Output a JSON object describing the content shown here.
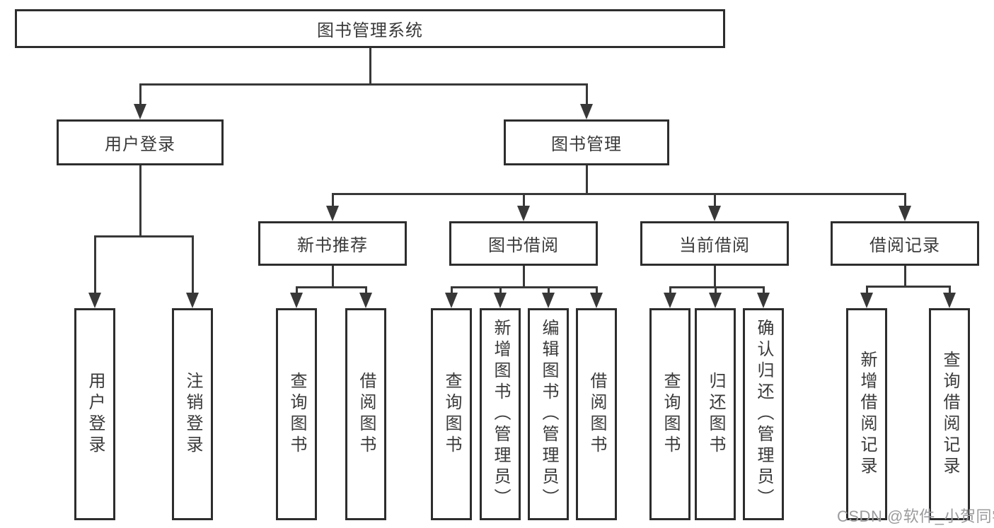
{
  "diagram": {
    "root": {
      "label": "图书管理系统"
    },
    "branches": [
      {
        "label": "用户登录",
        "children": [
          {
            "label": "用户登录"
          },
          {
            "label": "注销登录"
          }
        ]
      },
      {
        "label": "图书管理",
        "children": [
          {
            "label": "新书推荐",
            "children": [
              {
                "label": "查询图书"
              },
              {
                "label": "借阅图书"
              }
            ]
          },
          {
            "label": "图书借阅",
            "children": [
              {
                "label": "查询图书"
              },
              {
                "label": "新增图书（管理员）"
              },
              {
                "label": "编辑图书（管理员）"
              },
              {
                "label": "借阅图书"
              }
            ]
          },
          {
            "label": "当前借阅",
            "children": [
              {
                "label": "查询图书"
              },
              {
                "label": "归还图书"
              },
              {
                "label": "确认归还（管理员）"
              }
            ]
          },
          {
            "label": "借阅记录",
            "children": [
              {
                "label": "新增借阅记录"
              },
              {
                "label": "查询借阅记录"
              }
            ]
          }
        ]
      }
    ]
  },
  "watermark": {
    "text": "CSDN @软件_小贺同学"
  },
  "colors": {
    "line": "#383838",
    "box_border": "#2d2d2d",
    "text": "#3a3a3a",
    "background": "#ffffff",
    "watermark": "#9b9b9e"
  }
}
